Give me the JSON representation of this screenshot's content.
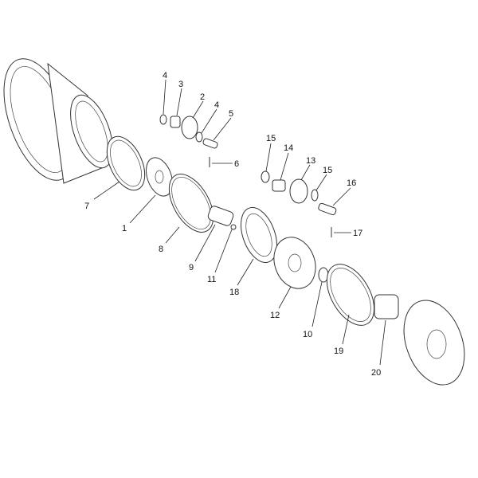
{
  "diagram": {
    "type": "exploded parts diagram",
    "labels": [
      "4",
      "3",
      "2",
      "4",
      "5",
      "6",
      "7",
      "1",
      "8",
      "9",
      "11",
      "18",
      "15",
      "14",
      "13",
      "15",
      "16",
      "17",
      "12",
      "10",
      "19",
      "20"
    ]
  }
}
